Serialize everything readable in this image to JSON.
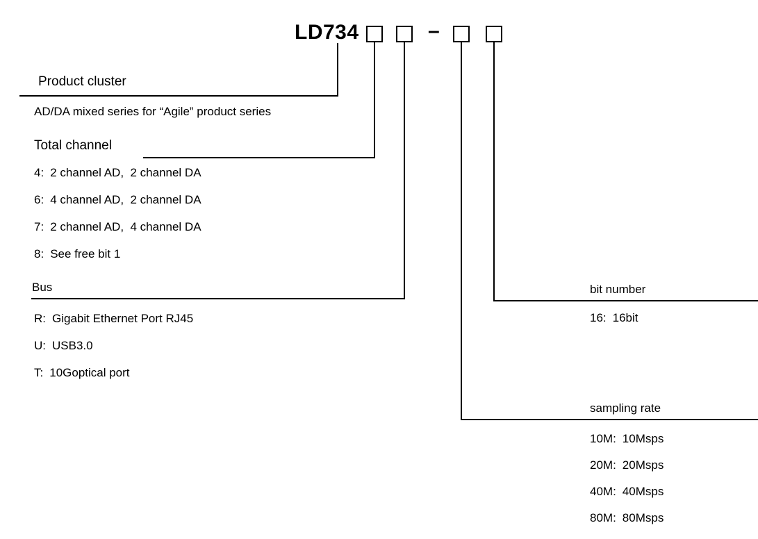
{
  "model": {
    "name": "LD734",
    "separator": "–"
  },
  "product_cluster": {
    "title": "Product cluster",
    "description": "AD/DA mixed series for “Agile” product series"
  },
  "total_channel": {
    "title": "Total channel",
    "items": [
      {
        "code": "4:",
        "label": "2 channel AD,  2 channel DA"
      },
      {
        "code": "6:",
        "label": "4 channel AD,  2 channel DA"
      },
      {
        "code": "7:",
        "label": "2 channel AD,  4 channel DA"
      },
      {
        "code": "8:",
        "label": "See free bit 1"
      }
    ]
  },
  "bus": {
    "title": "Bus",
    "items": [
      {
        "code": "R:",
        "label": "Gigabit Ethernet Port RJ45"
      },
      {
        "code": "U:",
        "label": "USB3.0"
      },
      {
        "code": "T:",
        "label": "10Goptical port"
      }
    ]
  },
  "bit_number": {
    "title": "bit number",
    "items": [
      {
        "code": "16:",
        "label": "16bit"
      }
    ]
  },
  "sampling_rate": {
    "title": "sampling rate",
    "items": [
      {
        "code": "10M:",
        "label": "10Msps"
      },
      {
        "code": "20M:",
        "label": "20Msps"
      },
      {
        "code": "40M:",
        "label": "40Msps"
      },
      {
        "code": "80M:",
        "label": "80Msps"
      }
    ]
  }
}
